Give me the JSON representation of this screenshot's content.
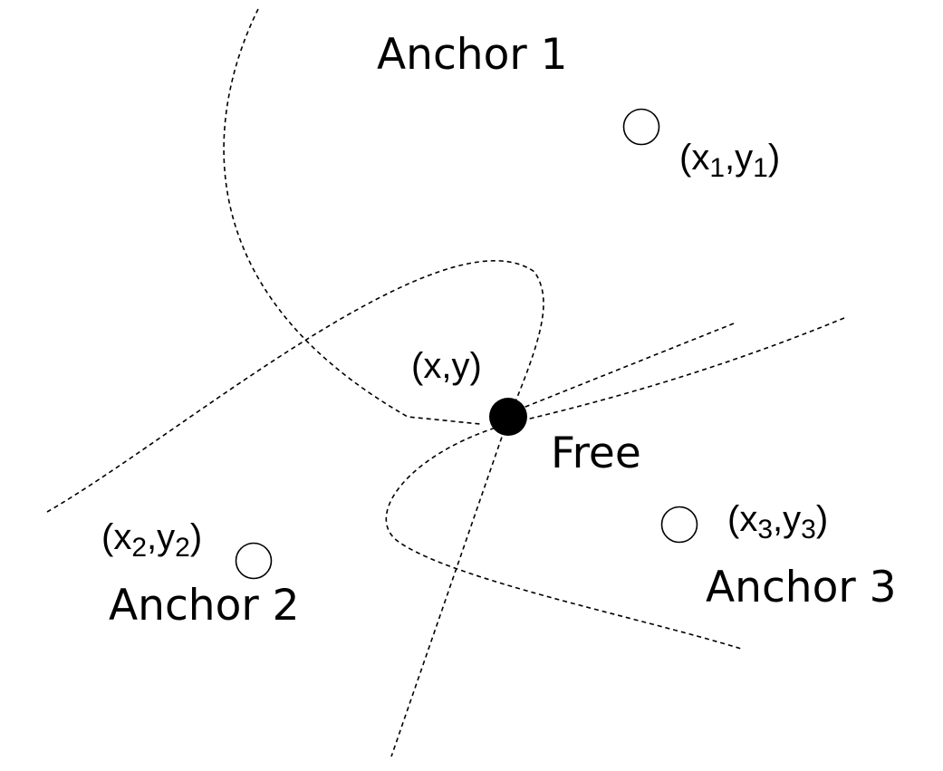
{
  "colors": {
    "background": "#ffffff",
    "ink": "#000000"
  },
  "free": {
    "name": "Free",
    "coord_open": "(",
    "coord_x": "x",
    "coord_comma": ",",
    "coord_y": "y",
    "coord_close": ")"
  },
  "anchors": [
    {
      "name": "Anchor 1",
      "x_letter": "x",
      "x_sub": "1",
      "comma": ",",
      "y_letter": "y",
      "y_sub": "1",
      "open": "(",
      "close": ")"
    },
    {
      "name": "Anchor 2",
      "x_letter": "x",
      "x_sub": "2",
      "comma": ",",
      "y_letter": "y",
      "y_sub": "2",
      "open": "(",
      "close": ")"
    },
    {
      "name": "Anchor 3",
      "x_letter": "x",
      "x_sub": "3",
      "comma": ",",
      "y_letter": "y",
      "y_sub": "3",
      "open": "(",
      "close": ")"
    }
  ]
}
